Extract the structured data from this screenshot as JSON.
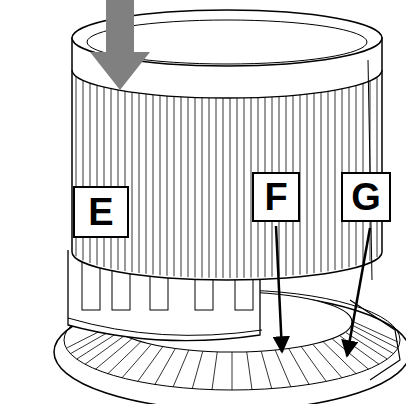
{
  "diagram": {
    "labels": [
      "E",
      "F",
      "G"
    ]
  }
}
